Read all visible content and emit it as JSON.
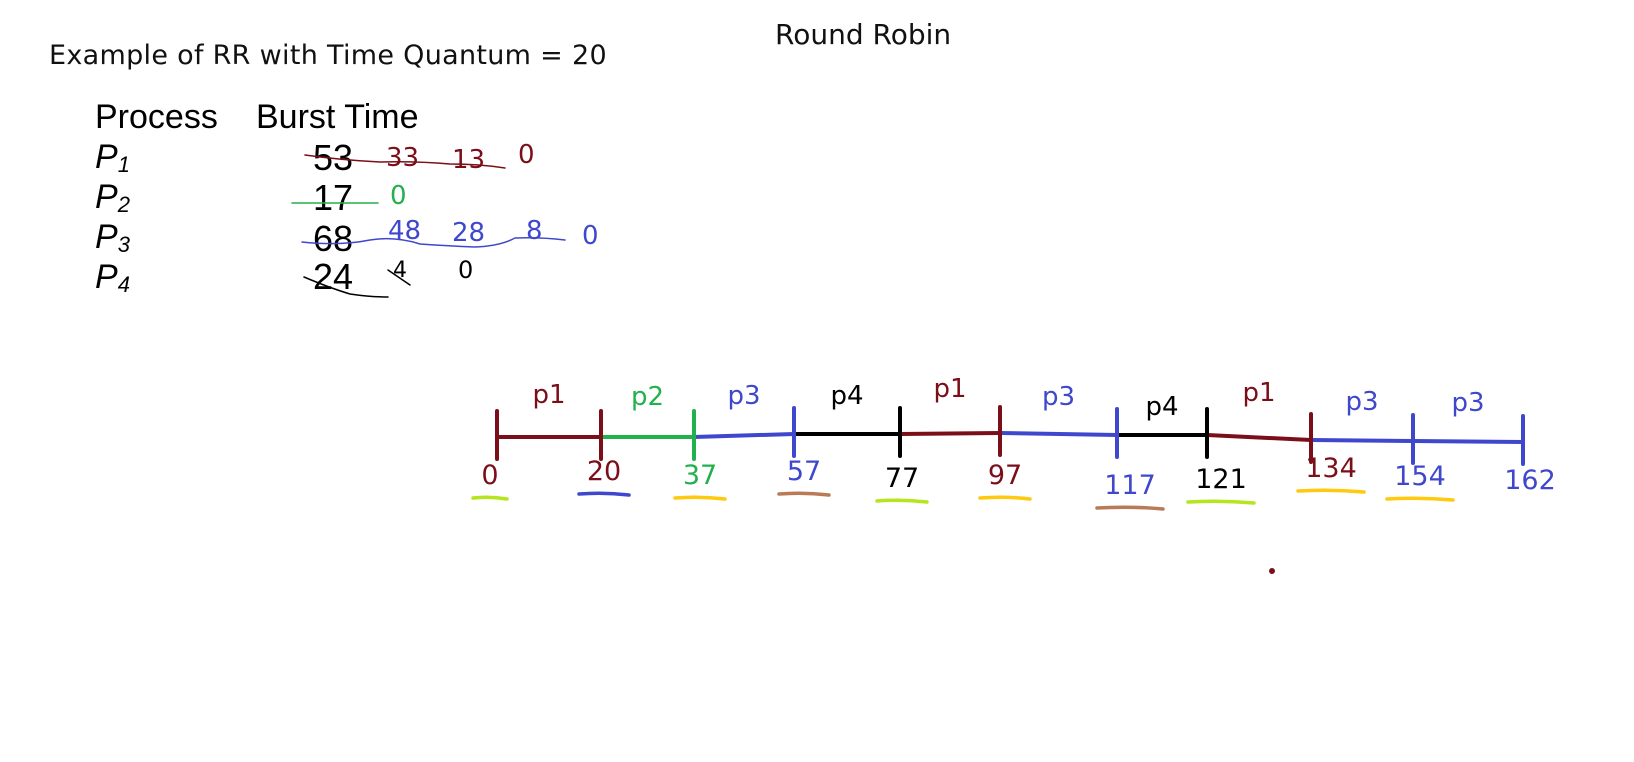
{
  "slide_title": "Round Robin",
  "subtitle": "Example of RR with Time Quantum = 20",
  "colors": {
    "p1": "#7a0f1a",
    "p2": "#22b14c",
    "p3": "#3f48cc",
    "p4": "#000000",
    "underline_lime": "#b5e61d",
    "underline_blue": "#3f48cc",
    "underline_yellow": "#ffc90e",
    "underline_brown": "#b97a57",
    "dot": "#7a0f1a"
  },
  "table": {
    "header_process": "Process",
    "header_burst": "Burst Time",
    "rows": [
      {
        "process": "P",
        "sub": "1",
        "burst": "53",
        "remaining": [
          "33",
          "13"
        ],
        "final": "0",
        "color": "#7a0f1a"
      },
      {
        "process": "P",
        "sub": "2",
        "burst": "17",
        "remaining": [],
        "final": "0",
        "color": "#22b14c"
      },
      {
        "process": "P",
        "sub": "3",
        "burst": "68",
        "remaining": [
          "48",
          "28",
          "8"
        ],
        "final": "0",
        "color": "#3f48cc"
      },
      {
        "process": "P",
        "sub": "4",
        "burst": "24",
        "remaining": [
          "4"
        ],
        "final": "0",
        "color": "#000000"
      }
    ]
  },
  "gantt": {
    "segments": [
      {
        "label": "p1",
        "start": 0,
        "end": 20,
        "color": "#7a0f1a"
      },
      {
        "label": "p2",
        "start": 20,
        "end": 37,
        "color": "#22b14c"
      },
      {
        "label": "p3",
        "start": 37,
        "end": 57,
        "color": "#3f48cc"
      },
      {
        "label": "p4",
        "start": 57,
        "end": 77,
        "color": "#000000"
      },
      {
        "label": "p1",
        "start": 77,
        "end": 97,
        "color": "#7a0f1a"
      },
      {
        "label": "p3",
        "start": 97,
        "end": 117,
        "color": "#3f48cc"
      },
      {
        "label": "p4",
        "start": 117,
        "end": 121,
        "color": "#000000"
      },
      {
        "label": "p1",
        "start": 121,
        "end": 134,
        "color": "#7a0f1a"
      },
      {
        "label": "p3",
        "start": 134,
        "end": 154,
        "color": "#3f48cc"
      },
      {
        "label": "p3",
        "start": 154,
        "end": 162,
        "color": "#3f48cc"
      }
    ],
    "ticks": [
      {
        "value": "0",
        "color": "#7a0f1a",
        "underline": "#b5e61d"
      },
      {
        "value": "20",
        "color": "#7a0f1a",
        "underline": "#3f48cc"
      },
      {
        "value": "37",
        "color": "#22b14c",
        "underline": "#ffc90e"
      },
      {
        "value": "57",
        "color": "#3f48cc",
        "underline": "#b97a57"
      },
      {
        "value": "77",
        "color": "#000000",
        "underline": "#b5e61d"
      },
      {
        "value": "97",
        "color": "#7a0f1a",
        "underline": "#ffc90e"
      },
      {
        "value": "117",
        "color": "#3f48cc",
        "underline": "#b97a57"
      },
      {
        "value": "121",
        "color": "#000000",
        "underline": "#b5e61d"
      },
      {
        "value": "134",
        "color": "#7a0f1a",
        "underline": "#ffc90e"
      },
      {
        "value": "154",
        "color": "#3f48cc",
        "underline": "#ffc90e"
      },
      {
        "value": "162",
        "color": "#3f48cc",
        "underline": ""
      }
    ]
  }
}
